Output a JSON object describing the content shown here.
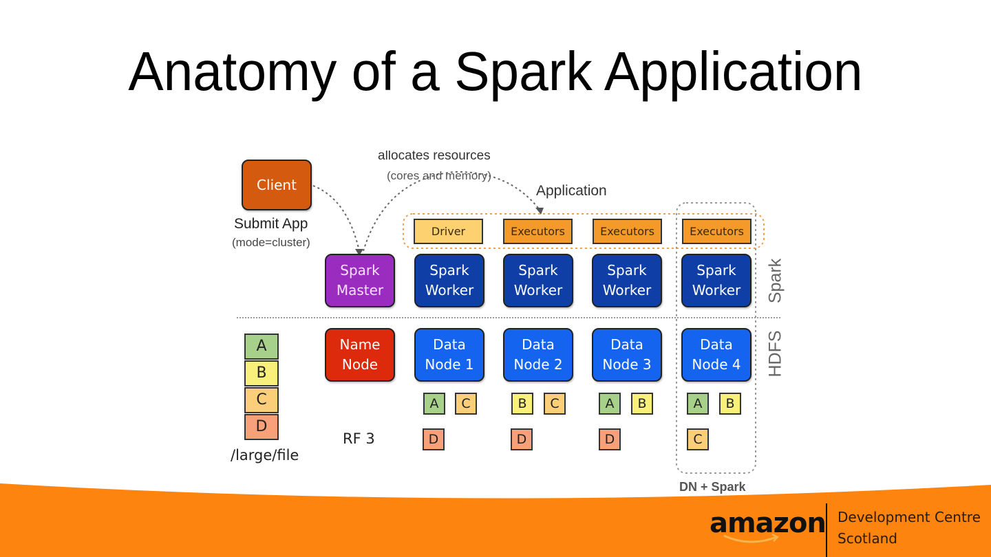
{
  "slide": {
    "title": "Anatomy of a Spark Application"
  },
  "diagram": {
    "client": {
      "label": "Client",
      "color": "#d35a0e"
    },
    "submit_app": {
      "label": "Submit App",
      "sublabel": "(mode=cluster)"
    },
    "allocates": {
      "label": "allocates resources",
      "sublabel": "(cores and memory)"
    },
    "application_label": "Application",
    "driver": {
      "label": "Driver",
      "color": "#fdd070"
    },
    "executors": [
      {
        "label": "Executors"
      },
      {
        "label": "Executors"
      },
      {
        "label": "Executors"
      }
    ],
    "executor_color": "#f39a2a",
    "spark_master": {
      "line1": "Spark",
      "line2": "Master",
      "color": "#9b2cc0"
    },
    "spark_workers": [
      {
        "line1": "Spark",
        "line2": "Worker"
      },
      {
        "line1": "Spark",
        "line2": "Worker"
      },
      {
        "line1": "Spark",
        "line2": "Worker"
      },
      {
        "line1": "Spark",
        "line2": "Worker"
      }
    ],
    "worker_color": "#0f3fa6",
    "name_node": {
      "line1": "Name",
      "line2": "Node",
      "color": "#dd2a0c"
    },
    "data_nodes": [
      {
        "line1": "Data",
        "line2": "Node 1",
        "blocks_row1": [
          "A",
          "C"
        ],
        "blocks_row2": [
          "D"
        ]
      },
      {
        "line1": "Data",
        "line2": "Node 2",
        "blocks_row1": [
          "B",
          "C"
        ],
        "blocks_row2": [
          "D"
        ]
      },
      {
        "line1": "Data",
        "line2": "Node 3",
        "blocks_row1": [
          "A",
          "B"
        ],
        "blocks_row2": [
          "D"
        ]
      },
      {
        "line1": "Data",
        "line2": "Node 4",
        "blocks_row1": [
          "A",
          "B"
        ],
        "blocks_row2": [
          "C"
        ]
      }
    ],
    "data_node_color": "#1464f0",
    "file_blocks": [
      "A",
      "B",
      "C",
      "D"
    ],
    "block_colors": {
      "A": "#a7d08a",
      "B": "#f8f07a",
      "C": "#fbcf7a",
      "D": "#f7a07a"
    },
    "file_label": "/large/file",
    "rf_label": "RF 3",
    "layer_spark": "Spark",
    "layer_hdfs": "HDFS",
    "dn_spark_label": "DN + Spark"
  },
  "footer": {
    "brand": "amazon",
    "brand_suffix": "Development Centre",
    "brand_suffix2": "Scotland",
    "band_color": "#fd840e"
  }
}
